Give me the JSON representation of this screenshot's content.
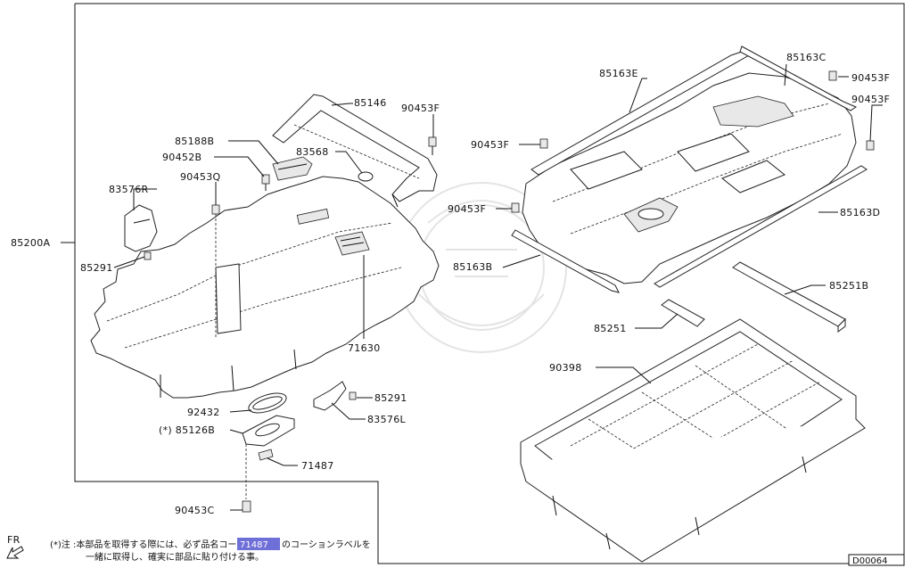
{
  "diagram": {
    "labels": {
      "l85200A": "85200A",
      "l85146": "85146",
      "l90453F_a": "90453F",
      "l85188B": "85188B",
      "l83568": "83568",
      "l90452B": "90452B",
      "l90453Q": "90453Q",
      "l83576R": "83576R",
      "l85291_a": "85291",
      "l71630": "71630",
      "l85291_b": "85291",
      "l92432": "92432",
      "l83576L": "83576L",
      "l85126B": "(*) 85126B",
      "l71487": "71487",
      "l90453C": "90453C",
      "l85163E": "85163E",
      "l85163C": "85163C",
      "l90453F_b": "90453F",
      "l90453F_c": "90453F",
      "l90453F_d": "90453F",
      "l90453F_e": "90453F",
      "l85163D": "85163D",
      "l85163B": "85163B",
      "l85251B": "85251B",
      "l85251": "85251",
      "l90398": "90398"
    },
    "fr_label": "FR",
    "note": {
      "prefix": "(*)注 :本部品を取得する際には、必ず品名コード",
      "code": "71487",
      "suffix": "のコーションラベルを",
      "line2": "一緒に取得し、確実に部品に貼り付ける事。"
    },
    "diagram_id": "D00064",
    "colors": {
      "highlight": "#6f6fd8",
      "line": "#111111"
    }
  }
}
